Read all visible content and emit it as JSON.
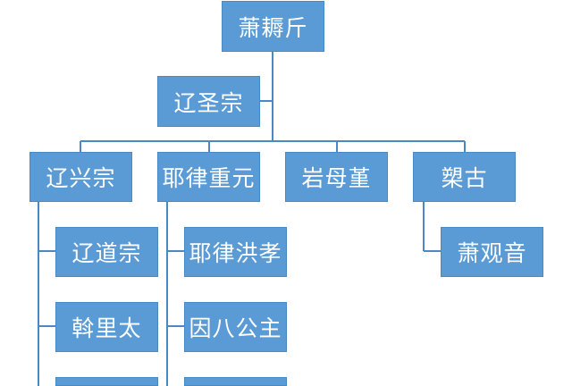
{
  "root": {
    "label": "萧耨斤"
  },
  "assistant": {
    "label": "辽圣宗"
  },
  "children": [
    {
      "label": "辽兴宗",
      "children": [
        "辽道宗",
        "斡里太",
        ""
      ]
    },
    {
      "label": "耶律重元",
      "children": [
        "耶律洪孝",
        "因八公主",
        ""
      ]
    },
    {
      "label": "岩母堇",
      "children": []
    },
    {
      "label": "槊古",
      "children": [
        "萧观音"
      ]
    }
  ],
  "colors": {
    "box_fill": "#5b9bd5",
    "box_text": "#ffffff",
    "line": "#4a89c3"
  }
}
